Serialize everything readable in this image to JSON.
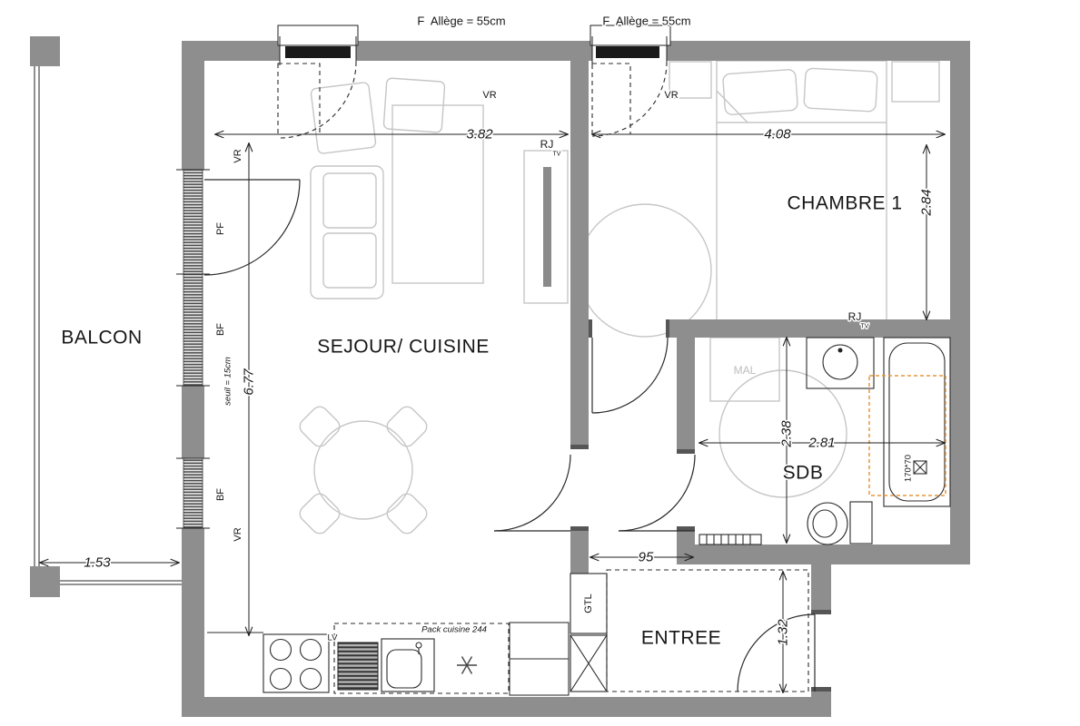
{
  "rooms": {
    "balcon": "BALCON",
    "sejour_cuisine": "SEJOUR/ CUISINE",
    "chambre": "CHAMBRE 1",
    "sdb": "SDB",
    "entree": "ENTREE"
  },
  "openings": {
    "f1": "F  Allège = 55cm",
    "f2": "F  Allège = 55cm",
    "vr": "VR",
    "pf": "PF",
    "bf1": "BF",
    "bf2": "BF"
  },
  "dims": {
    "sejour_w": "3.82",
    "chambre_w": "4.08",
    "chambre_d": "2.84",
    "sejour_d": "6.77",
    "balcon_w": "1.53",
    "sdb_w": "2.81",
    "sdb_d": "2.38",
    "hall_w": "95",
    "entree_d": "1.32",
    "tub": "170*70",
    "seuil": "seuil = 15cm"
  },
  "annotations": {
    "rj": "RJ",
    "tv": "TV",
    "mal": "MAL",
    "gtl": "GTL",
    "pack_cuisine": "Pack cuisine 244",
    "lv": "LV"
  },
  "colors": {
    "wall": "#8e8e8e",
    "furniture": "#c6c6c6",
    "line": "#222222",
    "accent_orange": "#E8953A"
  }
}
